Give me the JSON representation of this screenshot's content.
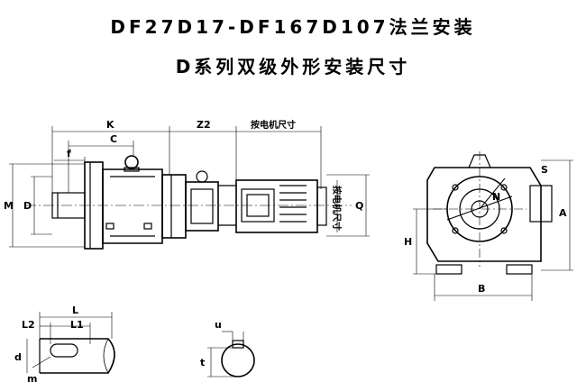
{
  "title_line1": "DF27D17-DF167D107法兰安装",
  "title_line2": "D系列双级外形安装尺寸",
  "dims": {
    "K": "K",
    "Z2": "Z2",
    "motor_dim": "按电机尺寸",
    "C": "C",
    "f": "f",
    "M": "M",
    "D": "D",
    "Q": "Q",
    "motor_dim_v": "按电机尺寸",
    "S": "S",
    "N": "N",
    "A": "A",
    "H": "H",
    "B": "B",
    "L": "L",
    "L2": "L2",
    "L1": "L1",
    "d": "d",
    "m": "m",
    "u": "u",
    "t": "t"
  }
}
